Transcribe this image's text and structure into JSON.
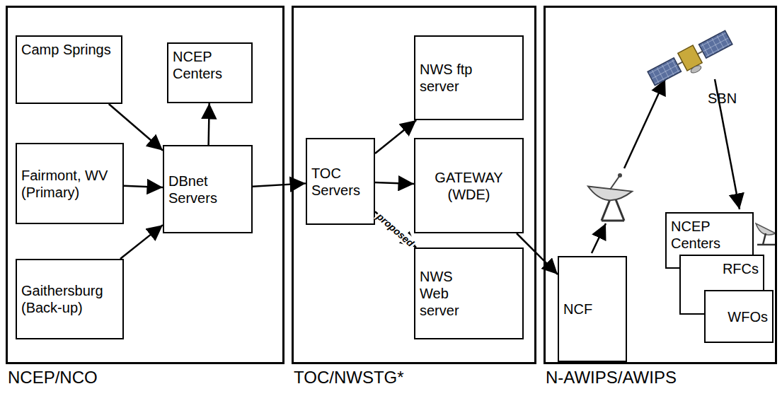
{
  "diagram": {
    "nodes": [
      {
        "text": [
          "NCEP/NCO"
        ]
      },
      {
        "text": [
          "Camp Springs"
        ],
        "in": 0
      },
      {
        "text": [
          "NCEP Centers"
        ],
        "in": 0
      },
      {
        "text": [
          "Fairmont, WV (Primary)"
        ],
        "in": 0
      },
      {
        "text": [
          "DBnet Servers"
        ],
        "in": 0
      },
      {
        "text": [
          "Gaithersburg (Back-up)"
        ],
        "in": 0
      },
      {
        "text": [
          "TOC/NWSTG*"
        ]
      },
      {
        "text": [
          "TOC Servers"
        ],
        "in": 6
      },
      {
        "text": [
          "NWS ftp server"
        ],
        "in": 6
      },
      {
        "text": [
          "GATEWAY (WDE)"
        ],
        "in": 6
      },
      {
        "text": [
          "NWS Web server"
        ],
        "in": 6
      },
      {
        "text": [
          "N-AWIPS/AWIPS"
        ]
      },
      {
        "text": [
          "NCF"
        ],
        "in": 11
      },
      {
        "text": [
          "NCEP Centers"
        ],
        "in": 11
      },
      {
        "text": [
          "RFCs"
        ],
        "in": 11
      },
      {
        "text": [
          "WFOs"
        ],
        "in": 11
      }
    ],
    "edges": [
      {
        "from": 1,
        "to": 4,
        "arrow": "to"
      },
      {
        "from": 3,
        "to": 4,
        "arrow": "to"
      },
      {
        "from": 5,
        "to": 4,
        "arrow": "to"
      },
      {
        "from": 4,
        "to": 2,
        "arrow": "to"
      },
      {
        "from": 4,
        "to": 7,
        "arrow": "to"
      },
      {
        "from": 7,
        "to": 8,
        "arrow": "to"
      },
      {
        "from": 7,
        "to": 9,
        "arrow": "to"
      },
      {
        "from": 7,
        "to": 10,
        "label": "proposed",
        "arrow": "to"
      },
      {
        "from": 9,
        "to": 12,
        "arrow": "to"
      }
    ],
    "labels": [
      "SBN"
    ]
  }
}
